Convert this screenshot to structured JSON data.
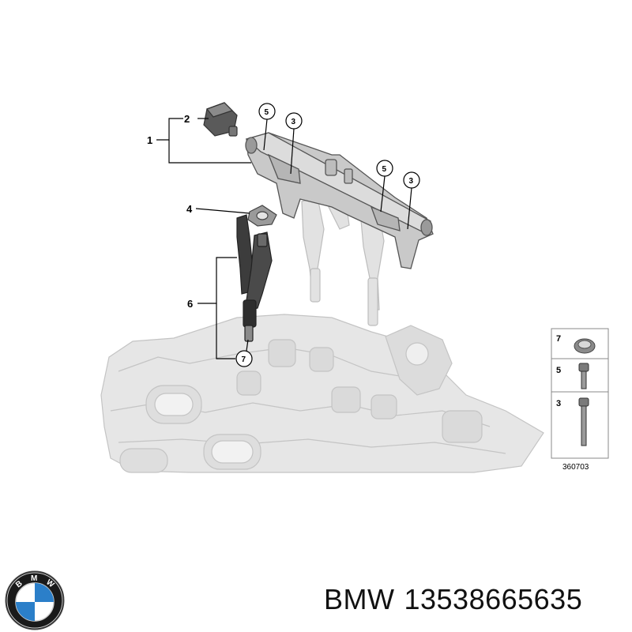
{
  "diagram": {
    "callouts": {
      "c1": "1",
      "c2": "2",
      "c3a": "3",
      "c3b": "3",
      "c4": "4",
      "c5a": "5",
      "c5b": "5",
      "c6": "6",
      "c7": "7"
    },
    "legend": {
      "row7": "7",
      "row5": "5",
      "row3": "3",
      "code": "360703"
    }
  },
  "caption": {
    "brand": "BMW",
    "part_number": "13538665635"
  },
  "logo": {
    "letters": [
      "B",
      "M",
      "W"
    ],
    "colors": {
      "blue": "#2b7fc9",
      "white": "#ffffff",
      "ring": "#1a1a1a"
    }
  }
}
